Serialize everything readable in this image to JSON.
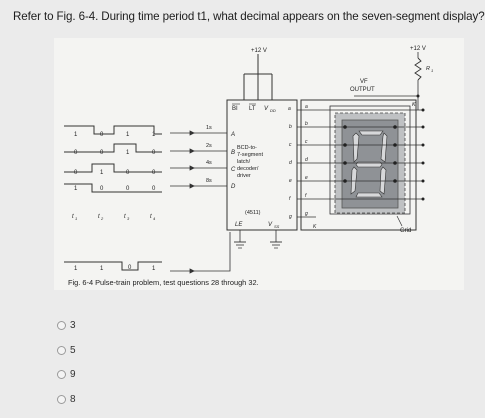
{
  "question": {
    "text": "Refer to Fig. 6-4. During time period t1, what decimal appears on the seven-segment display?"
  },
  "figure": {
    "caption": "Fig. 6-4 Pulse-train problem, test questions 28 through 32.",
    "supply_main": "+12 V",
    "supply_right": "+12 V",
    "resistor": "R",
    "resistor_sub": "1",
    "vf_output_line1": "VF",
    "vf_output_line2": "OUTPUT",
    "ic_top_labels": [
      "BI",
      "LT",
      "V",
      "DD",
      "a"
    ],
    "ic_inputs": [
      "1s",
      "2s",
      "4s",
      "8s"
    ],
    "ic_pins_left": [
      "A",
      "B",
      "C",
      "D"
    ],
    "ic_outputs": [
      "b",
      "c",
      "d",
      "e",
      "f",
      "g"
    ],
    "ic_desc": [
      "BCD-to-",
      "7-segment",
      "latch/",
      "decoder/",
      "driver"
    ],
    "ic_part": "(4511)",
    "ic_le": "LE",
    "ic_vss": "V",
    "ic_vss_sub": "SS",
    "segment_labels": [
      "a",
      "b",
      "c",
      "d",
      "e",
      "f",
      "g"
    ],
    "k_top": "K",
    "k_bottom": "K",
    "grid": "Grid",
    "pulse_rows": [
      [
        "1",
        "0",
        "1",
        "1"
      ],
      [
        "0",
        "0",
        "1",
        "0"
      ],
      [
        "0",
        "1",
        "0",
        "0"
      ],
      [
        "1",
        "0",
        "0",
        "0"
      ]
    ],
    "time_labels": [
      "t",
      "t",
      "t",
      "t"
    ],
    "time_subs": [
      "1",
      "2",
      "3",
      "4"
    ],
    "le_pulse": [
      "1",
      "1",
      "0",
      "1"
    ]
  },
  "options": [
    {
      "label": "3"
    },
    {
      "label": "5"
    },
    {
      "label": "9"
    },
    {
      "label": "8"
    }
  ]
}
